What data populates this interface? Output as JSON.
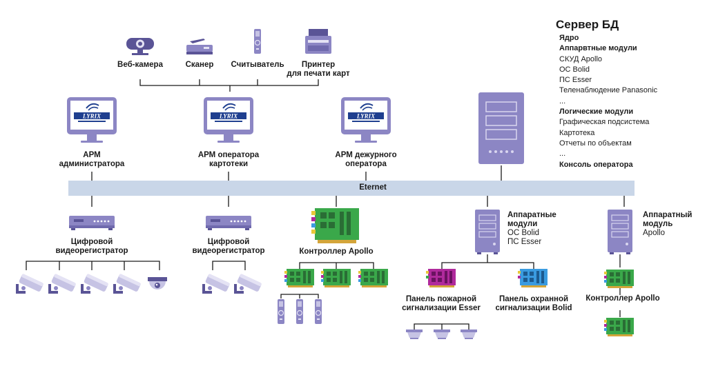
{
  "peripherals": {
    "webcam": "Веб-камера",
    "scanner": "Сканер",
    "reader": "Считыватель",
    "printer_line1": "Принтер",
    "printer_line2": "для печати карт"
  },
  "workstations": {
    "admin_line1": "АРМ",
    "admin_line2": "администратора",
    "cards_line1": "АРМ оператора",
    "cards_line2": "картотеки",
    "duty_line1": "АРМ дежурного",
    "duty_line2": "оператора",
    "logo_text": "LYRIX"
  },
  "network": {
    "label": "Eternet"
  },
  "server": {
    "title": "Сервер БД",
    "core": "Ядро",
    "hw_header": "Аппарвтные модули",
    "hw_items": [
      "СКУД Apollo",
      "ОС Bolid",
      "ПС Esser",
      "Теленаблюдение Panasonic",
      "..."
    ],
    "logic_header": "Логические модули",
    "logic_items": [
      "Графическая подсистема",
      "Картотека",
      "Отчеты по объектам",
      "..."
    ],
    "console": "Консоль оператора"
  },
  "lower": {
    "dvr1_line1": "Цифровой",
    "dvr1_line2": "видеорегистратор",
    "dvr2_line1": "Цифровой",
    "dvr2_line2": "видеорегистратор",
    "apollo1": "Контроллер Apollo",
    "hw_modules_line1": "Аппаратные",
    "hw_modules_line2": "модули",
    "hw_modules_item1": "ОС Bolid",
    "hw_modules_item2": "ПС Esser",
    "fire_panel_line1": "Панель пожарной",
    "fire_panel_line2": "сигнализации Esser",
    "sec_panel_line1": "Панель охранной",
    "sec_panel_line2": "сигнализации Bolid",
    "hw_module_line1": "Аппаратный",
    "hw_module_line2": "модуль",
    "hw_module_item": "Apollo",
    "apollo2": "Контроллер Apollo"
  },
  "colors": {
    "device": "#8c86c4",
    "device_dark": "#5a5496",
    "network_bar": "#c9d6e8",
    "line": "#1a1a1a",
    "board_green": "#3aa84a",
    "board_purple": "#b02a9c",
    "board_blue": "#3a9be0",
    "logo_blue": "#1f3f8f"
  }
}
